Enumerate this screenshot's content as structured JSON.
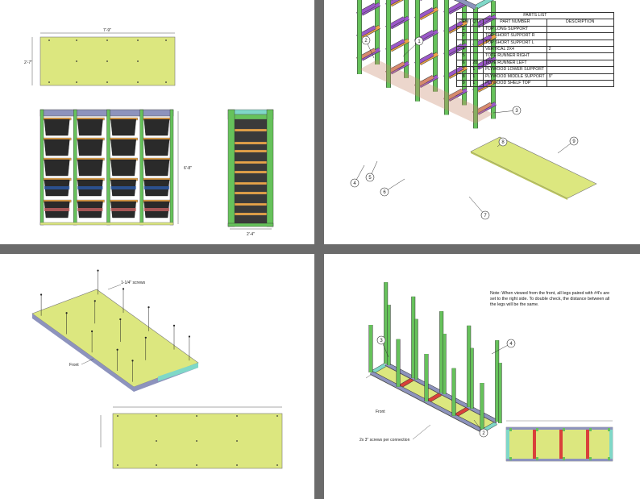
{
  "colors": {
    "plywood": "#dce77f",
    "vertical": "#66c25b",
    "long_support": "#8d93bd",
    "short_support_r": "#d9403a",
    "short_support_l": "#9b59c9",
    "runner_right": "#e8a347",
    "runner_left": "#e8a347",
    "tote": "#2a2a2a",
    "teal": "#7fd8c8"
  },
  "sheet1": {
    "board_width": "7'-9\"",
    "board_depth": "2'-7\"",
    "front_height": "6'-8\"",
    "side_depth": "2'-4\""
  },
  "sheet2": {
    "parts_list": {
      "title": "PARTS LIST",
      "headers": [
        "ITEM",
        "QTY",
        "PART NUMBER",
        "DESCRIPTION"
      ],
      "rows": [
        {
          "item": "1",
          "qty": "",
          "part": "TOP LONG SUPPORT",
          "desc": ""
        },
        {
          "item": "2",
          "qty": "",
          "part": "TOP SHORT SUPPORT R",
          "desc": ""
        },
        {
          "item": "3",
          "qty": "",
          "part": "TOP SHORT SUPPORT L",
          "desc": ""
        },
        {
          "item": "4",
          "qty": "",
          "part": "VERTICAL 2X4",
          "desc": "2"
        },
        {
          "item": "5",
          "qty": "",
          "part": "TOTE RUNNER RIGHT",
          "desc": ""
        },
        {
          "item": "6",
          "qty": "20",
          "part": "TOTE RUNNER LEFT",
          "desc": ""
        },
        {
          "item": "7",
          "qty": "1",
          "part": "PLYWOOD LOWER SUPPORT",
          "desc": ""
        },
        {
          "item": "8",
          "qty": "1",
          "part": "PLYWOOD MIDDLE SUPPORT",
          "desc": "9\""
        },
        {
          "item": "9",
          "qty": "1",
          "part": "PLYWOOD SHELF TOP",
          "desc": ""
        }
      ]
    },
    "callouts": [
      "1",
      "2",
      "3",
      "4",
      "5",
      "6",
      "7",
      "8",
      "9"
    ]
  },
  "sheet3": {
    "screws_label": "1-1/4\" screws",
    "front_label": "Front"
  },
  "sheet4": {
    "note": "Note: When viewed from the front, all legs paired with #4's are set to the right side. To double check, the distance between all the legs will be the same.",
    "front_label": "Front",
    "screws_label": "2x 3\" screws per connection",
    "callouts": [
      "2",
      "3",
      "4"
    ]
  }
}
